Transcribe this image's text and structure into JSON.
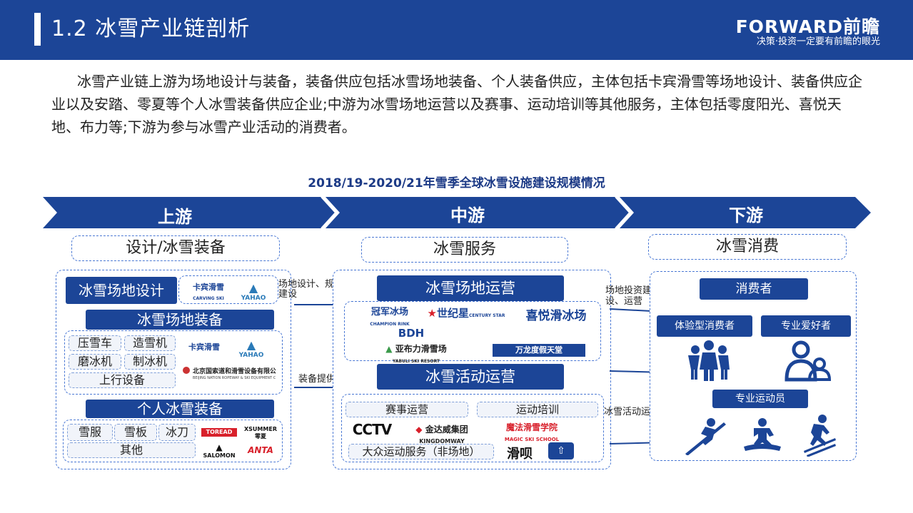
{
  "header": {
    "title": "1.2 冰雪产业链剖析",
    "brand": "FORWARD前瞻",
    "slogan": "决策·投资一定要有前瞻的眼光"
  },
  "intro": "冰雪产业链上游为场地设计与装备，装备供应包括冰雪场地装备、个人装备供应，主体包括卡宾滑雪等场地设计、装备供应企业以及安踏、零夏等个人冰雪装备供应企业;中游为冰雪场地运营以及赛事、运动培训等其他服务，主体包括零度阳光、喜悦天地、布力等;下游为参与冰雪产业活动的消费者。",
  "chart_title": "2018/19-2020/21年雪季全球冰雪设施建设规模情况",
  "stages": [
    "上游",
    "中游",
    "下游"
  ],
  "upstream": {
    "category": "设计/冰雪装备",
    "design": "冰雪场地设计",
    "venue_equipment": "冰雪场地装备",
    "venue_items": [
      "压雪车",
      "造雪机",
      "磨冰机",
      "制冰机",
      "上行设备"
    ],
    "personal_equipment": "个人冰雪装备",
    "personal_items": [
      "雪服",
      "雪板",
      "冰刀",
      "其他"
    ],
    "logos": {
      "carving": "卡宾滑雪",
      "carving_sub": "CARVING SKI",
      "yahao": "YAHAO",
      "beijing": "北京国索道和滑雪设备有限公司",
      "beijing_sub": "BEIJING NATION ROPEWAY & SKI EQUIPMENT CO.,LTD.",
      "toread": "TOREAD",
      "xsummer": "XSUMMER",
      "xsummer_sub": "零夏",
      "salomon": "SALOMON",
      "anta": "ANTA"
    }
  },
  "flows": {
    "design_to_mid": "场地设计、规划、部分建设",
    "equip_to_mid": "装备提供",
    "mid_to_down_venue": "场地投资建设、运营",
    "mid_to_down_activity": "冰雪活动运营服务"
  },
  "midstream": {
    "category": "冰雪服务",
    "venue_ops": "冰雪场地运营",
    "activity_ops": "冰雪活动运营",
    "event_ops": "赛事运营",
    "training": "运动培训",
    "mass_service": "大众运动服务（非场地）",
    "logos": {
      "champion": "冠军冰场",
      "champion_sub": "CHAMPION RINK",
      "century": "世纪星",
      "century_sub": "CENTURY STAR",
      "xiyue": "喜悦滑冰场",
      "bdh": "BDH",
      "yabuli": "亚布力滑雪场",
      "yabuli_sub": "YABULI SKI RESORT",
      "wanlong": "万龙度假天堂",
      "cctv": "CCTV",
      "kingdom": "金达威集团",
      "kingdom_sub": "KINGDOMWAY",
      "magic": "魔法滑雪学院",
      "magic_sub": "MAGIC SKI SCHOOL",
      "huabei": "滑呗"
    }
  },
  "downstream": {
    "category": "冰雪消费",
    "consumer": "消费者",
    "experience": "体验型消费者",
    "enthusiast": "专业爱好者",
    "athlete": "专业运动员"
  },
  "colors": {
    "primary": "#1c4597",
    "dash": "#4a78d4",
    "red": "#d8202b"
  }
}
